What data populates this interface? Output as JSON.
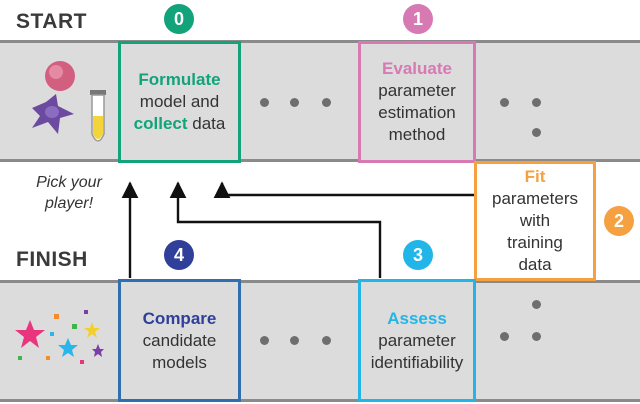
{
  "labels": {
    "start": "START",
    "finish": "FINISH",
    "pick": "Pick your player!"
  },
  "steps": [
    {
      "number": "0",
      "color": "#12a37a",
      "lines": [
        [
          "Formulate",
          true
        ],
        [
          "model and",
          false
        ]
      ],
      "mixed": {
        "hl": "collect",
        "rest": " data"
      }
    },
    {
      "number": "1",
      "color": "#d77ab4",
      "lines": [
        [
          "Evaluate",
          true
        ],
        [
          "parameter",
          false
        ],
        [
          "estimation",
          false
        ],
        [
          "method",
          false
        ]
      ]
    },
    {
      "number": "2",
      "color": "#f5a142",
      "lines": [
        [
          "Fit",
          true
        ],
        [
          "parameters",
          false
        ],
        [
          "with",
          false
        ],
        [
          "training",
          false
        ],
        [
          "data",
          false
        ]
      ]
    },
    {
      "number": "3",
      "color": "#22b5e8",
      "lines": [
        [
          "Assess",
          true
        ],
        [
          "parameter",
          false
        ],
        [
          "identifiability",
          false
        ]
      ]
    },
    {
      "number": "4",
      "color": "#2f3f9a",
      "lines": [
        [
          "Compare",
          true
        ],
        [
          "candidate",
          false
        ],
        [
          "models",
          false
        ]
      ]
    }
  ],
  "icons": [
    "cell-icon",
    "test-tube-icon",
    "confetti-stars-icon"
  ]
}
